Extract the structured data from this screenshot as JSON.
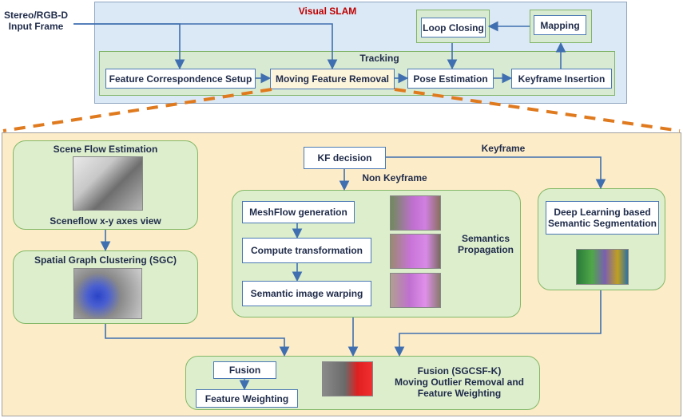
{
  "input_frame": {
    "line1": "Stereo/RGB-D",
    "line2": "Input Frame"
  },
  "visual_slam": {
    "title": "Visual SLAM",
    "loop_closing": "Loop Closing",
    "mapping": "Mapping",
    "tracking_title": "Tracking",
    "feature_correspondence": "Feature Correspondence Setup",
    "moving_feature_removal": "Moving Feature Removal",
    "pose_estimation": "Pose Estimation",
    "keyframe_insertion": "Keyframe Insertion"
  },
  "detail": {
    "scene_flow_title": "Scene Flow Estimation",
    "scene_flow_caption": "Sceneflow x-y axes view",
    "sgc_title": "Spatial Graph Clustering (SGC)",
    "kf_decision": "KF decision",
    "keyframe_label": "Keyframe",
    "non_keyframe_label": "Non Keyframe",
    "meshflow": "MeshFlow generation",
    "compute_transformation": "Compute transformation",
    "semantic_warping": "Semantic image warping",
    "semantics_propagation_1": "Semantics",
    "semantics_propagation_2": "Propagation",
    "dl_seg_1": "Deep Learning based",
    "dl_seg_2": "Semantic Segmentation",
    "fusion": "Fusion",
    "feature_weighting": "Feature Weighting",
    "fusion_title_1": "Fusion (SGCSF-K)",
    "fusion_title_2": "Moving Outlier Removal and",
    "fusion_title_3": "Feature Weighting"
  },
  "colors": {
    "slam_bg": "#dbe8f5",
    "detail_bg": "#fdecc8",
    "green_panel": "#ddeecd",
    "arrow": "#3f6fb0",
    "dashed_orange": "#e07a1f",
    "title_red": "#c00000"
  }
}
